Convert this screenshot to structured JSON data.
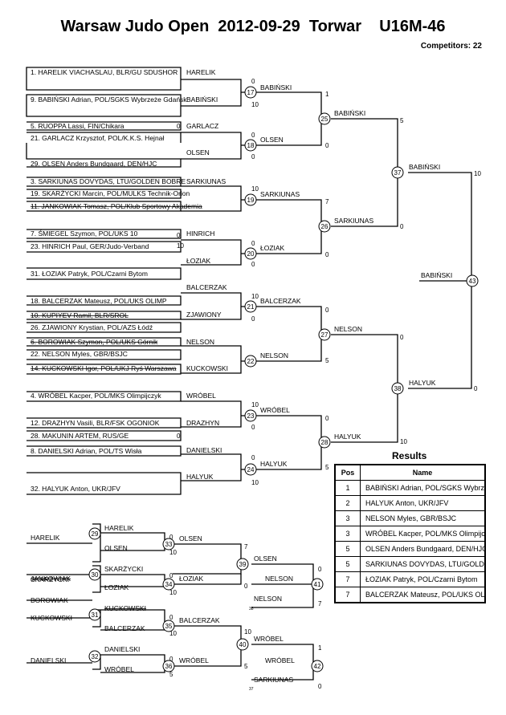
{
  "header": {
    "title": "Warsaw Judo Open  2012-09-29  Torwar    U16M-46",
    "competitors": "Competitors: 22"
  },
  "entries": [
    "1. HARELIK VIACHASLAU, BLR/GU SDUSHOR",
    "9. BABIŃSKI Adrian, POL/SGKS Wybrzeże Gdańsk",
    "5. RUOPPA Lassi, FIN/Chikara",
    "21. GARLACZ Krzysztof, POL/K.K.S. Hejnał",
    "29. OLSEN Anders Bundgaard, DEN/HJC",
    "3. SARKIUNAS DOVYDAS, LTU/GOLDEN BOBRE",
    "19. SKARŻYCKI Marcin, POL/MULKS Technik-Orion",
    "11. JANKOWIAK Tomasz, POL/Klub Sportowy Akademia",
    "7. ŚMIEGEL Szymon, POL/UKS 10",
    "23. HINRICH Paul, GER/Judo-Verband",
    "31. ŁOZIAK Patryk, POL/Czarni Bytom",
    "18. BALCERZAK Mateusz, POL/UKS OLIMP",
    "10. KUPIYEV Ramil, BLR/SROL",
    "26. ZJAWIONY  Krystian, POL/AZS Łódź",
    "6. BOROWIAK Szymon, POL/UKS Górnik",
    "22. NELSON Myles, GBR/BSJC",
    "14. KUCKOWSKI Igor, POL/UKJ Ryś Warszawa",
    "4. WRÓBEL Kacper, POL/MKS Olimpijczyk",
    "12. DRAZHYN Vasili, BLR/FSK OGONIOK",
    "28. MAKUNIN ARTEM, RUS/GE",
    "8. DANIELSKI Adrian, POL/TS Wisła",
    "32. HALYUK Anton, UKR/JFV"
  ],
  "names": {
    "harelik": "HARELIK",
    "babinski": "BABIŃSKI",
    "garlacz": "GARLACZ",
    "olsen": "OLSEN",
    "sarkiunas": "SARKIUNAS",
    "hinrich": "HINRICH",
    "loziak": "ŁOZIAK",
    "balcerzak": "BALCERZAK",
    "zjawiony": "ZJAWIONY",
    "nelson": "NELSON",
    "kuckowski": "KUCKOWSKI",
    "wrobel": "WRÓBEL",
    "drazhyn": "DRAZHYN",
    "danielski": "DANIELSKI",
    "halyuk": "HALYUK",
    "skarzycki": "SKARŻYCKI",
    "jankowiak": "JANKOWIAK",
    "borowiak": "BOROWIAK"
  },
  "matches": [
    "17",
    "18",
    "19",
    "20",
    "21",
    "22",
    "23",
    "24",
    "25",
    "26",
    "27",
    "28",
    "37",
    "38",
    "43",
    "29",
    "30",
    "31",
    "32",
    "33",
    "34",
    "35",
    "36",
    "39",
    "40",
    "41",
    "42"
  ],
  "scores": {
    "zero": "0",
    "one": "1",
    "five": "5",
    "seven": "7",
    "ten": "10",
    "s38": "38",
    "s37": "37"
  },
  "results": {
    "title": "Results",
    "col_pos": "Pos",
    "col_name": "Name",
    "rows": [
      {
        "pos": "1",
        "name": "BABIŃSKI Adrian, POL/SGKS Wybrzeże Gdańsk"
      },
      {
        "pos": "2",
        "name": "HALYUK Anton, UKR/JFV"
      },
      {
        "pos": "3",
        "name": "NELSON Myles, GBR/BSJC"
      },
      {
        "pos": "3",
        "name": "WRÓBEL Kacper, POL/MKS Olimpijczyk"
      },
      {
        "pos": "5",
        "name": "OLSEN Anders Bundgaard, DEN/HJC"
      },
      {
        "pos": "5",
        "name": "SARKIUNAS DOVYDAS, LTU/GOLDEN BOBRE"
      },
      {
        "pos": "7",
        "name": "ŁOZIAK Patryk, POL/Czarni Bytom"
      },
      {
        "pos": "7",
        "name": "BALCERZAK Mateusz, POL/UKS OLIMP"
      }
    ]
  }
}
